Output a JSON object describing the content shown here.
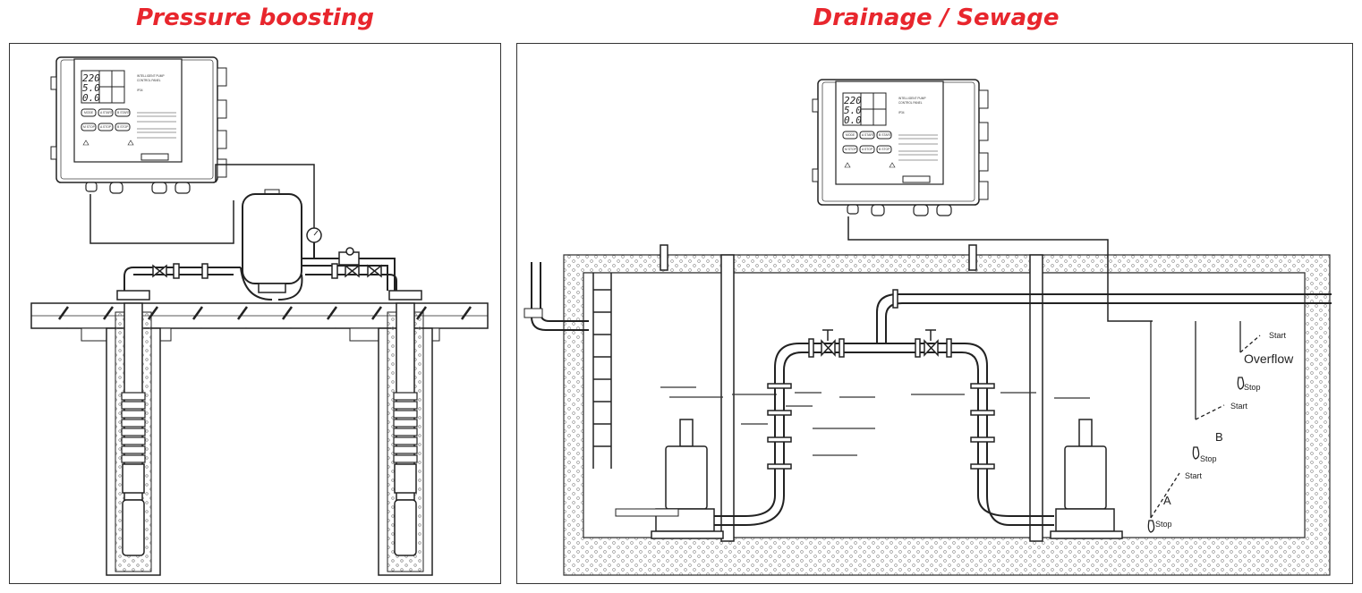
{
  "titles": {
    "left": "Pressure boosting",
    "right": "Drainage / Sewage"
  },
  "colors": {
    "title": "#e8262d",
    "line": "#222222"
  },
  "control_panel": {
    "lcd_values": [
      "220",
      "5.0",
      "0.0"
    ],
    "name_line1": "INTELLIGENT PUMP",
    "name_line2": "CONTROL PANEL",
    "model": "IP34",
    "buttons": [
      "MODE",
      "A START",
      "B START",
      "M STOP",
      "A STOP",
      "B STOP"
    ]
  },
  "float_switches": {
    "overflow": {
      "label": "Overflow",
      "start": "Start",
      "stop": "Stop"
    },
    "b": {
      "label": "B",
      "start": "Start",
      "stop": "Stop"
    },
    "a": {
      "label": "A",
      "start": "Start",
      "stop": "Stop"
    }
  }
}
